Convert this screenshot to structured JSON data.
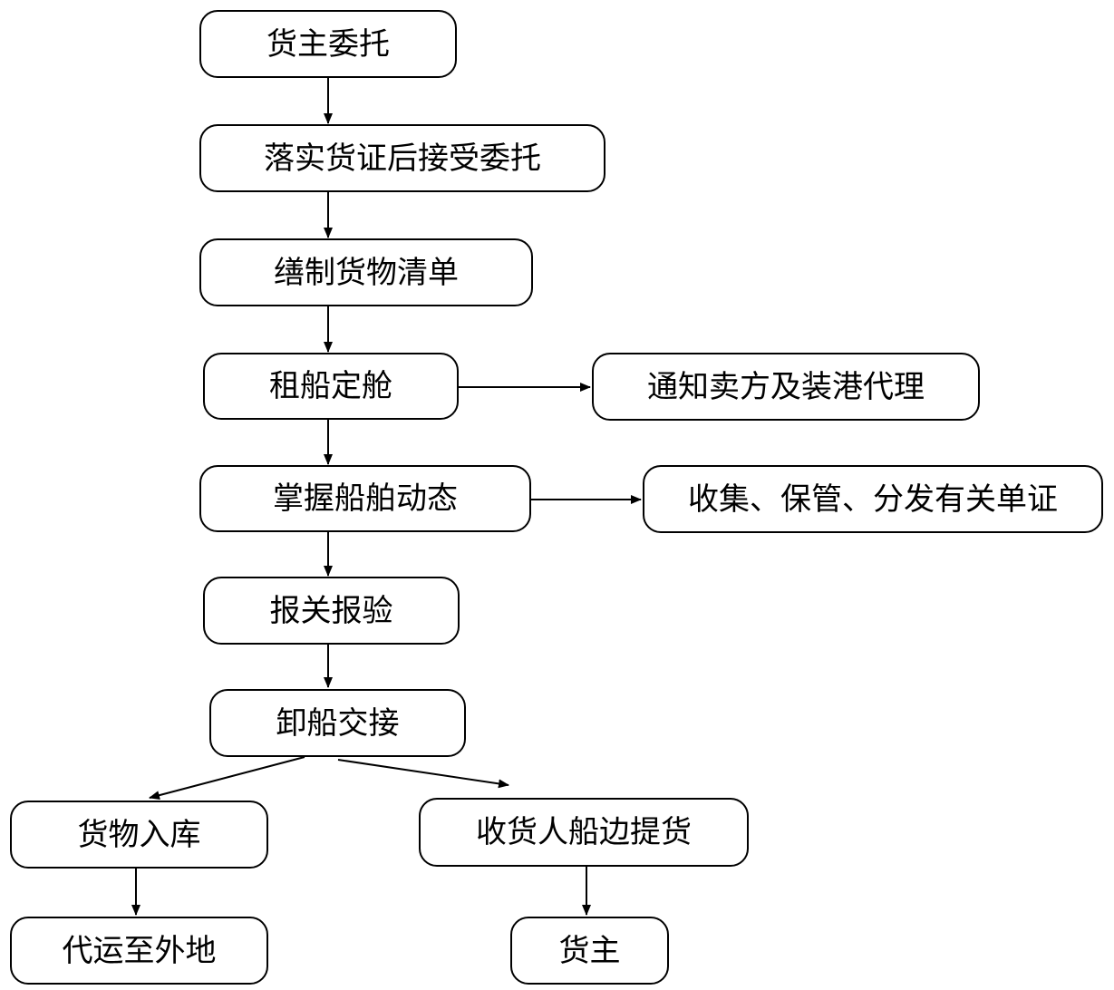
{
  "nodes": {
    "n1": "货主委托",
    "n2": "落实货证后接受委托",
    "n3": "缮制货物清单",
    "n4": "租船定舱",
    "n4b": "通知卖方及装港代理",
    "n5": "掌握船舶动态",
    "n5b": "收集、保管、分发有关单证",
    "n6": "报关报验",
    "n7": "卸船交接",
    "n8a": "货物入库",
    "n8b": "收货人船边提货",
    "n9a": "代运至外地",
    "n9b": "货主"
  }
}
